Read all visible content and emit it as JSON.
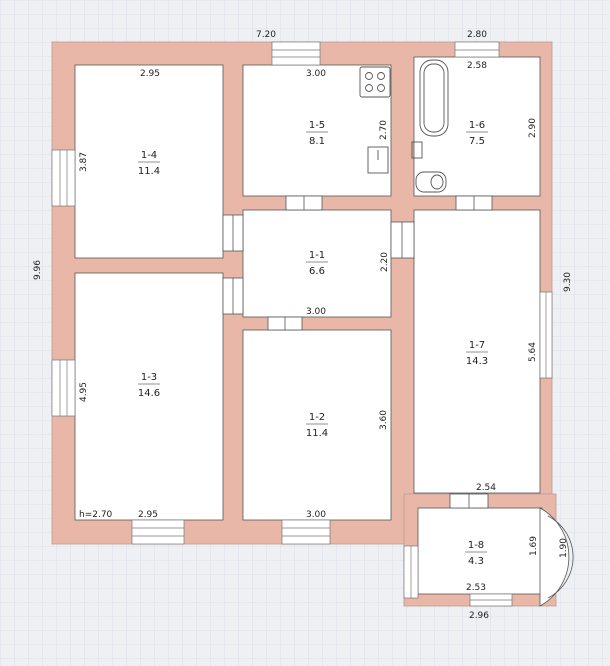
{
  "rooms": [
    {
      "id": "1-1",
      "area": "6.6"
    },
    {
      "id": "1-2",
      "area": "11.4"
    },
    {
      "id": "1-3",
      "area": "14.6"
    },
    {
      "id": "1-4",
      "area": "11.4"
    },
    {
      "id": "1-5",
      "area": "8.1"
    },
    {
      "id": "1-6",
      "area": "7.5"
    },
    {
      "id": "1-7",
      "area": "14.3"
    },
    {
      "id": "1-8",
      "area": "4.3"
    }
  ],
  "dimensions": {
    "top_overall": "7.20",
    "top_right": "2.80",
    "left_overall": "9.96",
    "right_overall": "9.30",
    "room14_width": "2.95",
    "room14_height": "3.87",
    "room15_width": "3.00",
    "room15_height": "2.70",
    "room16_width": "2.58",
    "room16_height": "2.90",
    "room11_height": "2.20",
    "room11_width": "3.00",
    "room13_height": "4.95",
    "room13_width": "2.95",
    "room12_height": "3.60",
    "room12_width": "3.00",
    "room17_height": "5.64",
    "room17_width": "2.54",
    "room18_height": "1.69",
    "room18_width": "2.53",
    "room18_outer": "2.96",
    "bay": "1.90",
    "ceiling": "h=2.70"
  },
  "colors": {
    "wall": "#e8b7a8",
    "wall_edge": "#b89a92",
    "window": "#ffffff",
    "floor": "#ffffff"
  }
}
